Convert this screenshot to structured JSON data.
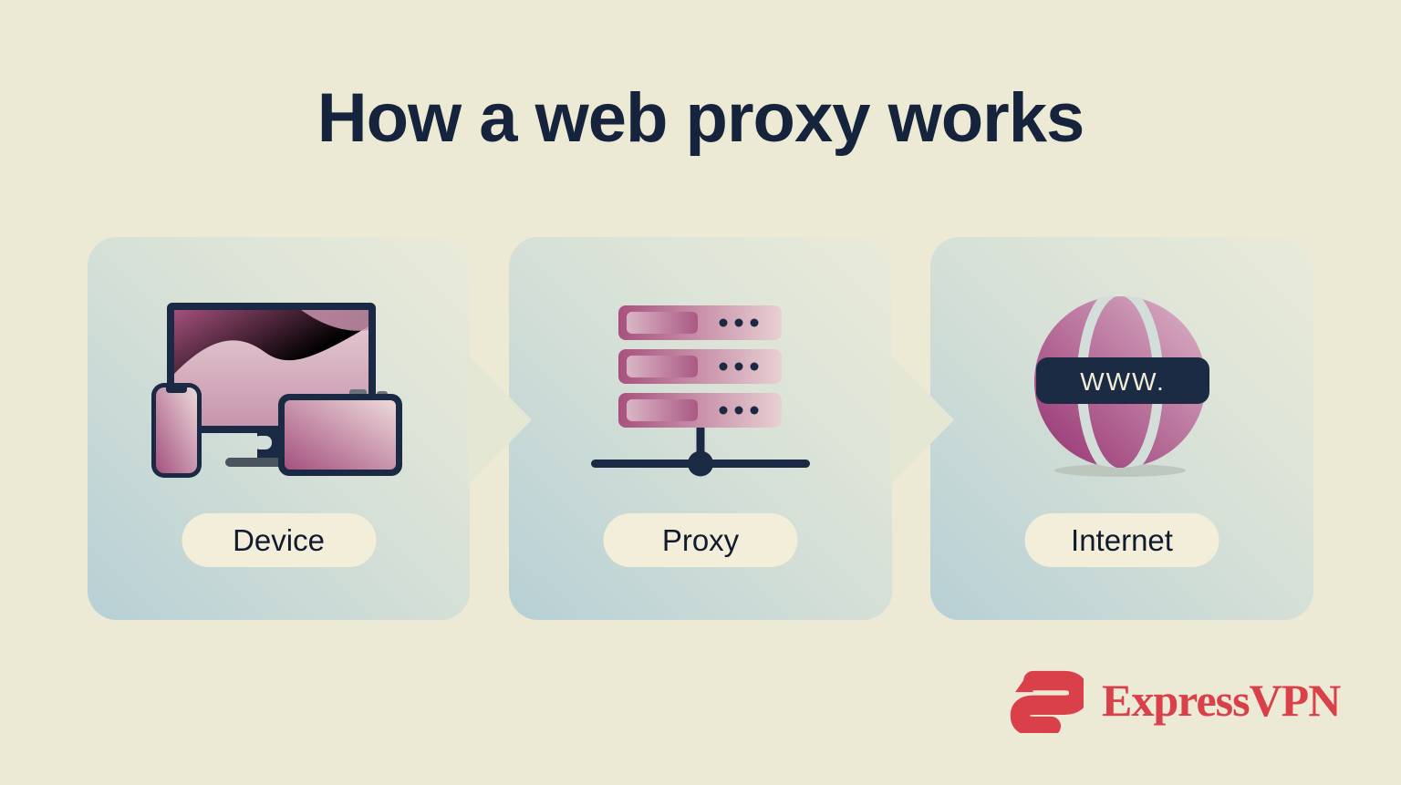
{
  "title": "How a web proxy works",
  "cards": [
    {
      "id": "device",
      "label": "Device"
    },
    {
      "id": "proxy",
      "label": "Proxy"
    },
    {
      "id": "internet",
      "label": "Internet",
      "globe_text": "WWW."
    }
  ],
  "brand": {
    "name": "ExpressVPN"
  },
  "icons": [
    "devices-icon",
    "server-stack-icon",
    "globe-www-icon",
    "arrow-right-icon",
    "expressvpn-logomark-icon"
  ],
  "colors": {
    "background": "#ece9d5",
    "card_gradient_light": "#eaebd9",
    "card_gradient_dark": "#b7d0d5",
    "title_navy": "#16233c",
    "outline_navy": "#1b2a44",
    "mauve_dark": "#9c3974",
    "mauve_light": "#e3c6ce",
    "pill_background": "#f2eeda",
    "brand_red": "#d9404a"
  }
}
